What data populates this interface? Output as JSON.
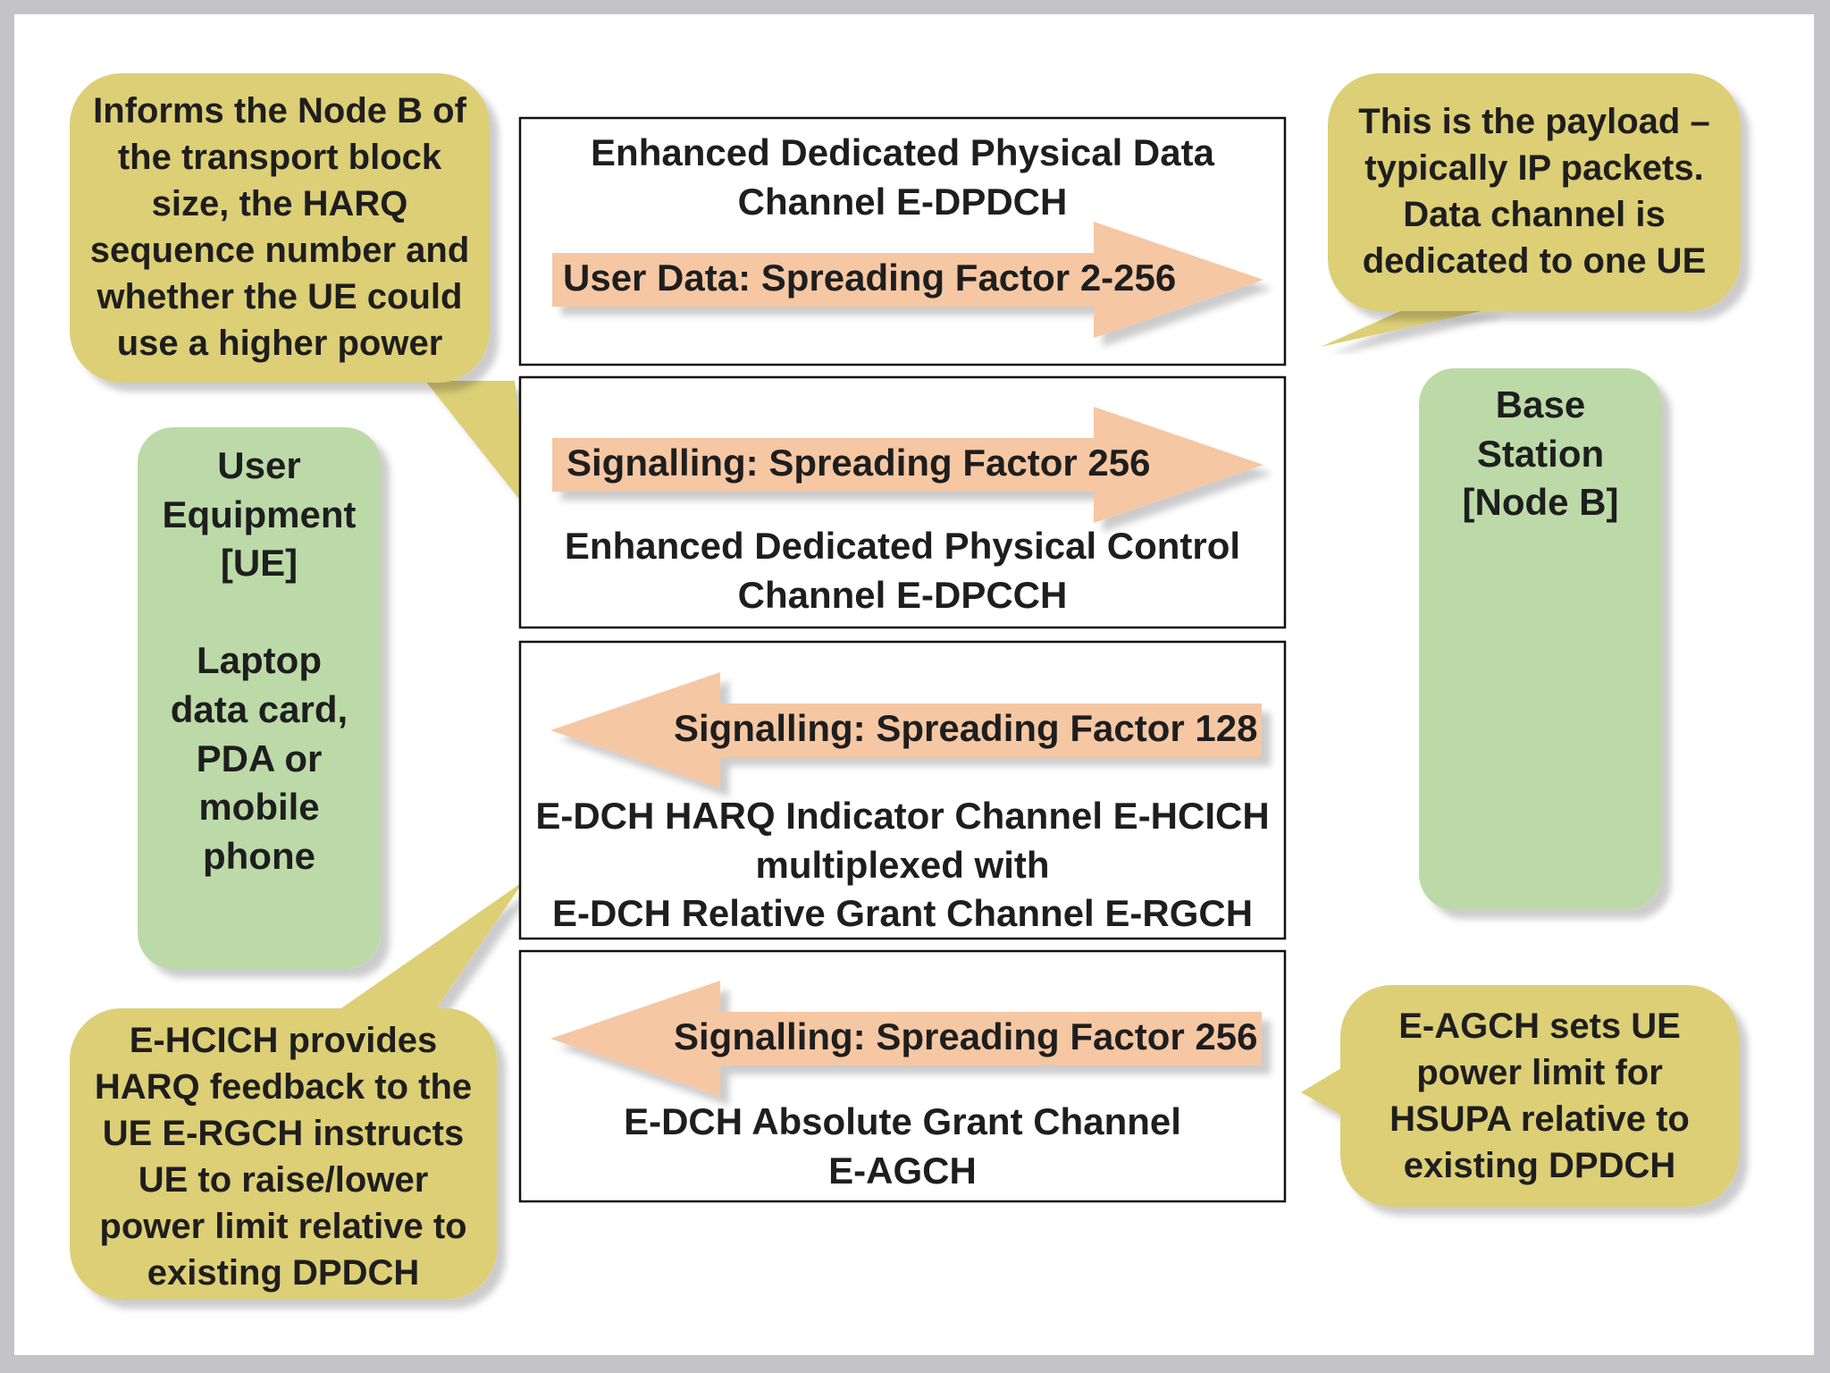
{
  "colors": {
    "frame": "#c4c4c8",
    "background": "#ffffff",
    "callout_fill": "#dccf76",
    "entity_fill": "#bcdaa8",
    "arrow_fill": "#f6c7a3",
    "box_border": "#111111",
    "text": "#1e1e1e"
  },
  "entities": {
    "ue": {
      "label": "User\nEquipment\n[UE]\n\nLaptop\ndata card,\nPDA or\nmobile\nphone"
    },
    "node_b": {
      "label": "Base\nStation\n[Node B]"
    }
  },
  "channels": [
    {
      "name": "Enhanced Dedicated Physical Data\nChannel E-DPDCH",
      "arrow_label": "User Data: Spreading Factor 2-256",
      "direction": "uplink"
    },
    {
      "name": "Enhanced Dedicated Physical Control\nChannel E-DPCCH",
      "arrow_label": "Signalling: Spreading Factor 256",
      "direction": "uplink"
    },
    {
      "name": "E-DCH HARQ Indicator Channel E-HCICH\nmultiplexed with\nE-DCH Relative Grant Channel E-RGCH",
      "arrow_label": "Signalling: Spreading Factor 128",
      "direction": "downlink"
    },
    {
      "name": "E-DCH Absolute Grant Channel\nE-AGCH",
      "arrow_label": "Signalling: Spreading Factor 256",
      "direction": "downlink"
    }
  ],
  "callouts": {
    "top_left": "Informs the Node B of\nthe transport block\nsize, the HARQ\nsequence number and\nwhether the UE could\nuse a higher power",
    "top_right": "This is the payload –\ntypically IP packets.\nData channel is\ndedicated to one UE",
    "bottom_left": "E-HCICH provides\nHARQ feedback to the\nUE E-RGCH instructs\nUE to raise/lower\npower limit relative to\nexisting DPDCH",
    "bottom_right": "E-AGCH sets UE\npower limit for\nHSUPA relative to\nexisting DPDCH"
  }
}
